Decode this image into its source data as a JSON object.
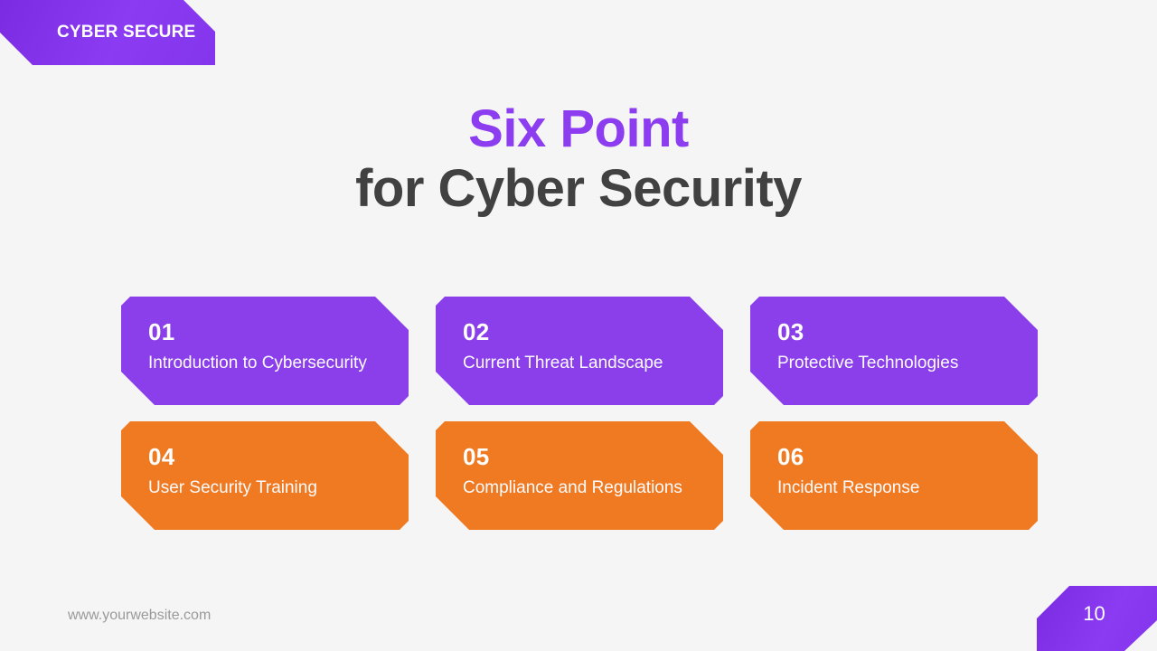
{
  "slide": {
    "background_color": "#F6F5F6",
    "brand": {
      "label": "CYBER SECURE",
      "color": "#8B3BF2"
    },
    "title": {
      "line1": "Six Point",
      "line1_color": "#8B3DEF",
      "line2": "for Cyber Security",
      "line2_color": "#414141"
    },
    "cards": [
      {
        "number": "01",
        "label": "Introduction to Cybersecurity",
        "color": "#8A3FEA"
      },
      {
        "number": "02",
        "label": "Current Threat Landscape",
        "color": "#8A3FEA"
      },
      {
        "number": "03",
        "label": "Protective Technologies",
        "color": "#8A3FEA"
      },
      {
        "number": "04",
        "label": "User Security Training",
        "color": "#F07A22"
      },
      {
        "number": "05",
        "label": "Compliance and Regulations",
        "color": "#F07A22"
      },
      {
        "number": "06",
        "label": "Incident Response",
        "color": "#F07A22"
      }
    ],
    "footer": {
      "website": "www.yourwebsite.com",
      "page_number": "10"
    }
  }
}
